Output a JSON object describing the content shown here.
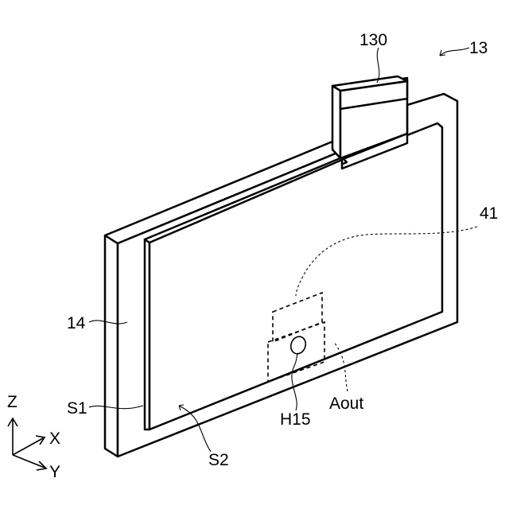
{
  "figure": {
    "labels": {
      "assembly": "13",
      "cap": "130",
      "panel": "14",
      "region": "41",
      "surface_s1": "S1",
      "surface_s2": "S2",
      "hole": "H15",
      "outlet_area": "Aout"
    },
    "axes": {
      "z": "Z",
      "x": "X",
      "y": "Y"
    }
  }
}
